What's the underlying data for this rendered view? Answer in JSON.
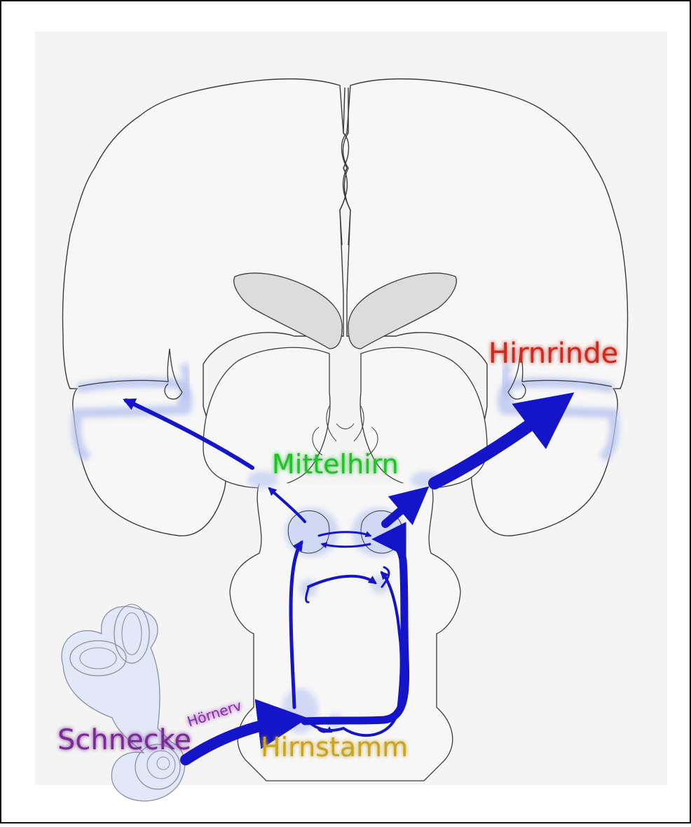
{
  "labels": {
    "hirnrinde": "Hirnrinde",
    "mittelhirn": "Mittelhirn",
    "hoernerv": "Hörnerv",
    "hirnstamm": "Hirnstamm",
    "schnecke": "Schnecke"
  },
  "colors": {
    "hirnrinde": "#cc2a1e",
    "mittelhirn": "#22c02a",
    "hoernerv": "#8a2aa8",
    "hirnstamm": "#c9a421",
    "schnecke": "#7a2a95",
    "pathway": "#1414c8",
    "highlight": "#c9d3f3",
    "outline": "#3a3a3a",
    "ventricle": "#dcdcdc",
    "background": "#f4f4f4"
  }
}
